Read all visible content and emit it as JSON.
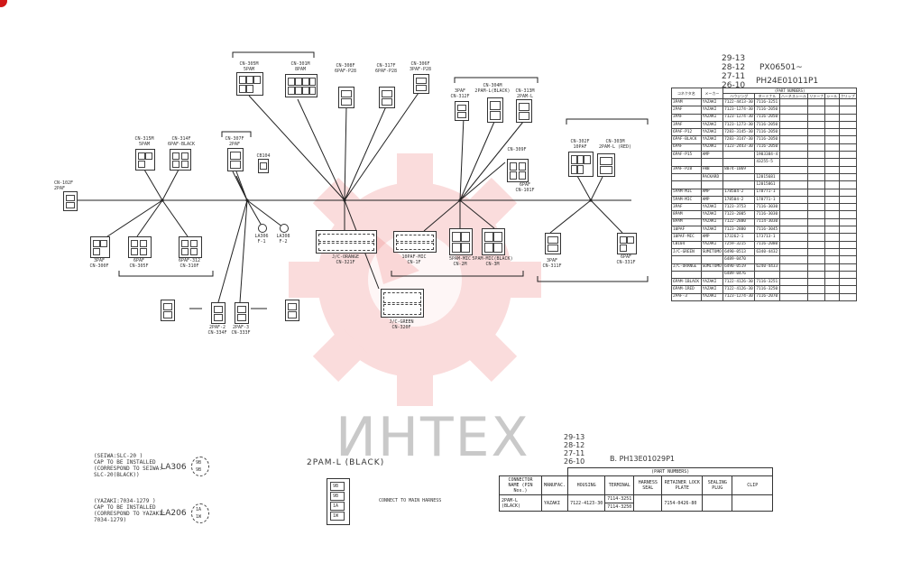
{
  "watermark": {
    "text": "ИНТЕХ",
    "color": "#e02020"
  },
  "top_block": {
    "lines": [
      "29-13",
      "28-12",
      "27-11",
      "26-10"
    ],
    "code1": "PX06501~",
    "code2": "PH24E01011P1"
  },
  "parts_table": {
    "headers": [
      "コネクタ名",
      "メーカー",
      "ハウジング",
      "ターミナル",
      "ハーネスシール",
      "リテーナ",
      "シール",
      "クリップ"
    ],
    "part_numbers_label": "(PART NUMBERS)",
    "rows": [
      [
        "3PAM",
        "YAZAKI",
        "7122-4413-30",
        "7116-3251"
      ],
      [
        "2PAF",
        "YAZAKI",
        "7123-1274-30",
        "7116-2050"
      ],
      [
        "3PAF",
        "YAZAKI",
        "7123-1274-30",
        "7116-2050"
      ],
      [
        "3PAF",
        "YAZAKI",
        "7123-1273-30",
        "7116-2050"
      ],
      [
        "6PAF-P12",
        "YAZAKI",
        "7283-3145-30",
        "7116-2050"
      ],
      [
        "6PAF-BLACK",
        "YAZAKI",
        "7283-3147-30",
        "7116-2050"
      ],
      [
        "6PAF",
        "YAZAKI",
        "7123-2443-30",
        "7116-2050"
      ],
      [
        "6PAF-P15",
        "AMP",
        "",
        "1903384-4"
      ],
      [
        "",
        "",
        "",
        "43255-5"
      ],
      [
        "3PAF-P28",
        "FWB",
        "8074-1069",
        ""
      ],
      [
        "",
        "PACKARD",
        "",
        "12015681"
      ],
      [
        "",
        "",
        "",
        "12015861"
      ],
      [
        "5PAM-MIC",
        "AMP",
        "178504-2",
        "178771-1"
      ],
      [
        "5PAM-MIC",
        "AMP",
        "178504-2",
        "178771-1"
      ],
      [
        "3PAF",
        "YAZAKI",
        "7123-3753",
        "7116-3030"
      ],
      [
        "8PAM",
        "YAZAKI",
        "7123-2005",
        "7116-3030"
      ],
      [
        "8PAM",
        "YAZAKI",
        "7122-2880",
        "7114-3030"
      ],
      [
        "10PAF",
        "YAZAKI",
        "7123-2880",
        "7116-3045"
      ],
      [
        "10PAF-MIC",
        "AMP",
        "173262-1",
        "173713-1"
      ],
      [
        "CB104",
        "YAZAKI",
        "7259-3215",
        "7116-2080"
      ],
      [
        "J/C-GREEN",
        "SUMITOMO",
        "6490-0513",
        "6340-4432"
      ],
      [
        "",
        "",
        "6489-0470",
        ""
      ],
      [
        "J/C-ORANGE",
        "SUMITOMO",
        "6490-0519",
        "6240-4433"
      ],
      [
        "",
        "",
        "6489-0476",
        ""
      ],
      [
        "6PAM-1BLACK",
        "YAZAKI",
        "7122-4126-30",
        "7116-3251"
      ],
      [
        "6PAM-1RED",
        "YAZAKI",
        "7122-4126-30",
        "7116-3250"
      ],
      [
        "2PAF-3",
        "YAZAKI",
        "7123-1274-30",
        "7116-2070"
      ]
    ]
  },
  "diagram_labels": {
    "cn102": "CN-102F\n2PAF",
    "cn315": "CN-315M\n5PAM",
    "cn314": "CN-314F\n6PAF-BLACK",
    "cn305": "CN-305M\n5PAM",
    "cn301": "CN-301M\n8PAM",
    "cn308": "CN-308F\n6PAF-P28",
    "cn317": "CN-317F\n6PAF-P28",
    "cn306": "CN-306F\n3PAF-P28",
    "cn304": "CN-304M\n2PAM-L(BLACK)",
    "cn313": "CN-313M\n2PAM-L",
    "cn312": "3PAF\nCN-312F",
    "cn309": "CN-309F",
    "cn307": "CN-307F\n2PAF",
    "cb104": "CB104",
    "cn302": "CN-302F\n10PAF",
    "cn303": "CN-303M\n2PAM-L (RED)",
    "cn101": "6PAF\nCN-101F",
    "cn300": "3PAF\nCN-300F",
    "cn305f": "6PAF\nCN-305F",
    "cn310": "6PAF-312\nCN-310F",
    "jco": "J/C-ORANGE\nCN-321F",
    "cn1f": "10PAF-MIC\nCN-1F",
    "cn2m": "5PAM-MIC\nCN-2M",
    "cn3m": "5PAM-MIC(BLACK)\nCN-3M",
    "cn311": "3PAF\nCN-311F",
    "cn331": "6PAF\nCN-331F",
    "la306": "LA306\nF-1",
    "la308": "LA308\nF-2",
    "jcg": "J/C-GREEN\nCN-320F",
    "cn334": "2PAF-2\nCN-334F",
    "cn333": "2PAF-3\nCN-333F"
  },
  "bottom": {
    "lines": [
      "29-13",
      "28-12",
      "27-11",
      "26-10"
    ],
    "code": "B. PH13E01029P1",
    "title": "2PAM-L  (BLACK)",
    "connect": "CONNECT TO MAIN HARNESS",
    "sewa": [
      "(SEIWA:SLC-20   )",
      "CAP TO BE INSTALLED",
      "(CORRESPOND TO SEIWA:",
      "SLC-20(BLACK))"
    ],
    "yazaki": [
      "(YAZAKI:7034-1279   )",
      "CAP TO BE INSTALLED",
      "(CORRESPOND TO YAZAKI:",
      "7034-1279)"
    ],
    "la306": "LA306",
    "la206": "LA206",
    "pins_top": [
      "9B",
      "9B"
    ],
    "pins_bot": [
      "1A",
      "1W"
    ],
    "conn_pins": [
      "9B",
      "9B",
      "1A",
      "1W"
    ],
    "table": {
      "part_numbers": "(PART NUMBERS)",
      "headers": [
        "CONNECTOR NAME (PIN Nos.)",
        "MANUFAC.",
        "HOUSING",
        "TERMINAL",
        "HARNESS SEAL",
        "RETAINER LOCK PLATE",
        "SEALING PLUG",
        "CLIP"
      ],
      "row": {
        "name": "2PAM-L (BLACK)",
        "maker": "YAZAKI",
        "housing": "7122-4123-30",
        "terminal1": "7114-3251",
        "terminal2": "7114-3250",
        "retainer": "7154-0426-80"
      }
    }
  }
}
